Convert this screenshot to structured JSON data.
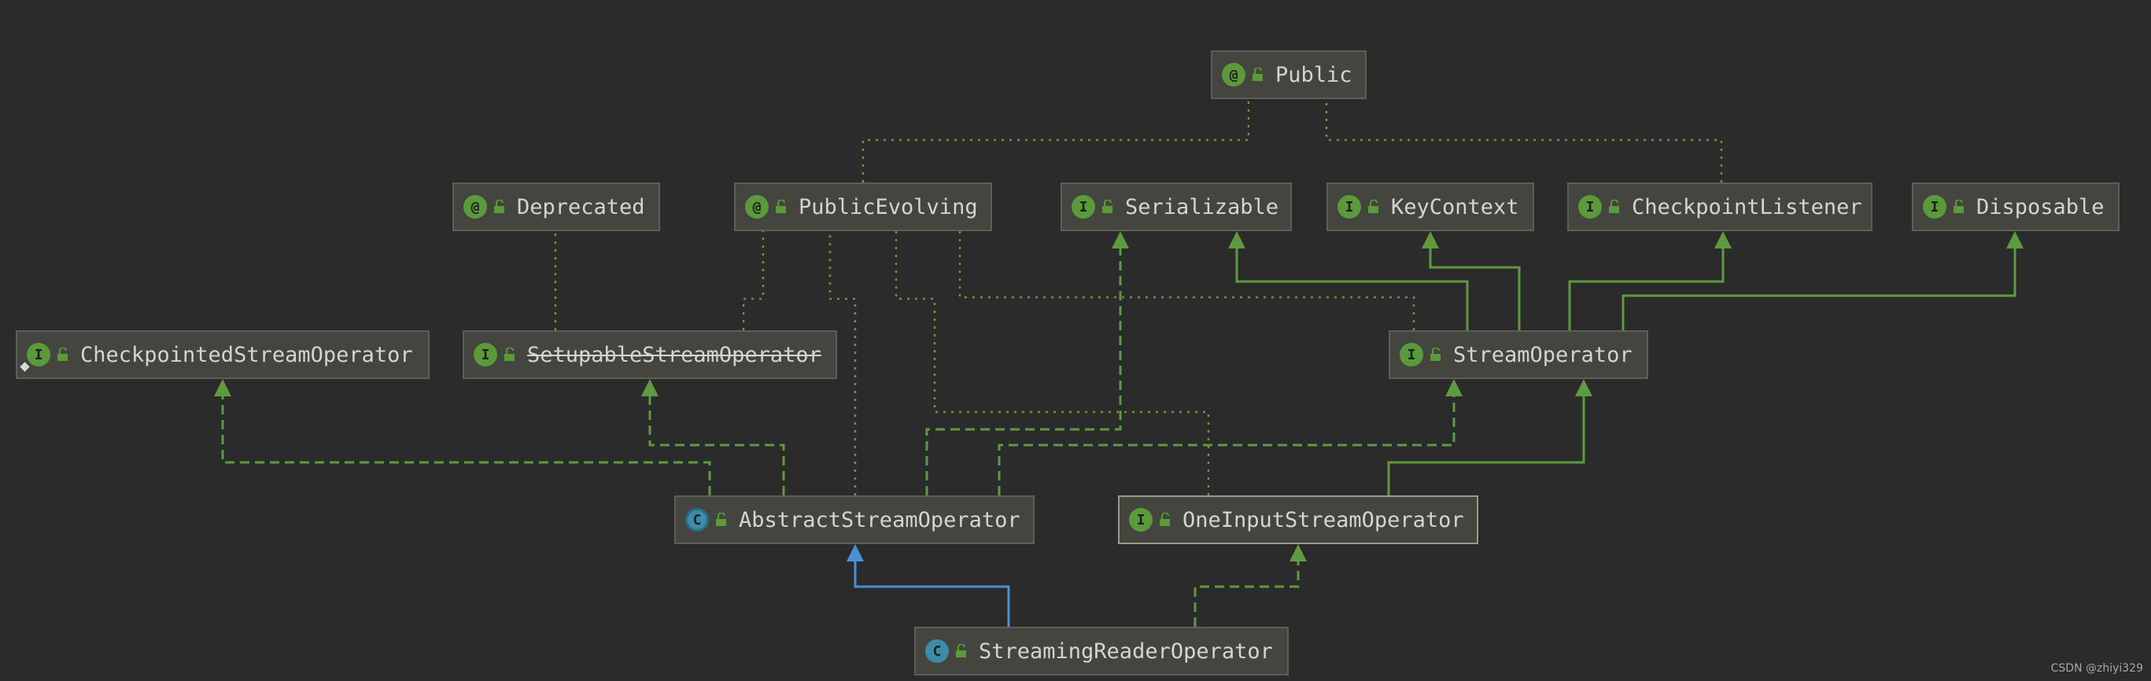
{
  "nodes": {
    "public": {
      "label": "Public",
      "kind": "annotation",
      "badge": "@"
    },
    "deprecated": {
      "label": "Deprecated",
      "kind": "annotation",
      "badge": "@"
    },
    "public_evolving": {
      "label": "PublicEvolving",
      "kind": "annotation",
      "badge": "@"
    },
    "serializable": {
      "label": "Serializable",
      "kind": "interface",
      "badge": "I"
    },
    "key_context": {
      "label": "KeyContext",
      "kind": "interface",
      "badge": "I"
    },
    "checkpoint_listener": {
      "label": "CheckpointListener",
      "kind": "interface",
      "badge": "I"
    },
    "disposable": {
      "label": "Disposable",
      "kind": "interface",
      "badge": "I"
    },
    "checkpointed_stream_operator": {
      "label": "CheckpointedStreamOperator",
      "kind": "interface",
      "badge": "I"
    },
    "setupable_stream_operator": {
      "label": "SetupableStreamOperator",
      "kind": "interface",
      "badge": "I",
      "deprecated": true
    },
    "stream_operator": {
      "label": "StreamOperator",
      "kind": "interface",
      "badge": "I"
    },
    "abstract_stream_operator": {
      "label": "AbstractStreamOperator",
      "kind": "abstract-class",
      "badge": "C"
    },
    "one_input_stream_operator": {
      "label": "OneInputStreamOperator",
      "kind": "interface",
      "badge": "I"
    },
    "streaming_reader_operator": {
      "label": "StreamingReaderOperator",
      "kind": "class",
      "badge": "C"
    }
  },
  "relations": [
    {
      "from": "public_evolving",
      "to": "public",
      "type": "annotated"
    },
    {
      "from": "checkpoint_listener",
      "to": "public",
      "type": "annotated"
    },
    {
      "from": "setupable_stream_operator",
      "to": "deprecated",
      "type": "annotated"
    },
    {
      "from": "setupable_stream_operator",
      "to": "public_evolving",
      "type": "annotated"
    },
    {
      "from": "abstract_stream_operator",
      "to": "public_evolving",
      "type": "annotated"
    },
    {
      "from": "stream_operator",
      "to": "public_evolving",
      "type": "annotated"
    },
    {
      "from": "one_input_stream_operator",
      "to": "public_evolving",
      "type": "annotated"
    },
    {
      "from": "stream_operator",
      "to": "serializable",
      "type": "extends"
    },
    {
      "from": "stream_operator",
      "to": "key_context",
      "type": "extends"
    },
    {
      "from": "stream_operator",
      "to": "checkpoint_listener",
      "type": "extends"
    },
    {
      "from": "stream_operator",
      "to": "disposable",
      "type": "extends"
    },
    {
      "from": "one_input_stream_operator",
      "to": "stream_operator",
      "type": "extends"
    },
    {
      "from": "abstract_stream_operator",
      "to": "checkpointed_stream_operator",
      "type": "implements"
    },
    {
      "from": "abstract_stream_operator",
      "to": "setupable_stream_operator",
      "type": "implements"
    },
    {
      "from": "abstract_stream_operator",
      "to": "serializable",
      "type": "implements"
    },
    {
      "from": "abstract_stream_operator",
      "to": "stream_operator",
      "type": "implements"
    },
    {
      "from": "streaming_reader_operator",
      "to": "abstract_stream_operator",
      "type": "class-extends"
    },
    {
      "from": "streaming_reader_operator",
      "to": "one_input_stream_operator",
      "type": "implements"
    }
  ],
  "colors": {
    "background": "#2b2b2b",
    "node_fill": "#45453f",
    "node_border": "#5e5e58",
    "text": "#d4d4d4",
    "interface_edge": "#5e9a40",
    "class_edge": "#4a90d9",
    "annotation_edge": "#7d8c3c"
  },
  "watermark": "CSDN @zhiyi329"
}
